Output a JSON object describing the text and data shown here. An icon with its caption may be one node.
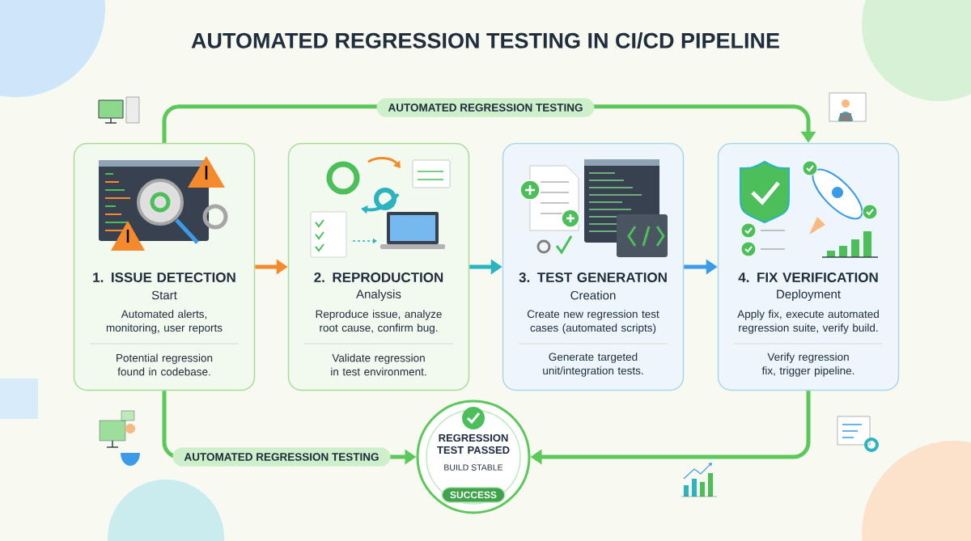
{
  "diagram": {
    "title": "AUTOMATED REGRESSION TESTING IN CI/CD PIPELINE",
    "nodes": [
      {
        "text": [
          "1. ISSUE DETECTION",
          "Start",
          "Automated alerts, monitoring, user reports",
          "Potential regression found in codebase."
        ]
      },
      {
        "text": [
          "2. REPRODUCTION",
          "Analysis",
          "Reproduce issue, analyze root cause, confirm bug.",
          "Validate regression in test environment."
        ]
      },
      {
        "text": [
          "3. TEST GENERATION",
          "Creation",
          "Create new regression test cases (automated scripts)",
          "Generate targeted unit/integration tests."
        ]
      },
      {
        "text": [
          "4. FIX VERIFICATION",
          "Deployment",
          "Apply fix, execute automated regression suite, verify build.",
          "Verify regression fix, trigger pipeline."
        ]
      },
      {
        "text": [
          "REGRESSION TEST PASSED",
          "BUILD STABLE"
        ]
      },
      {
        "text": [
          "SUCCESS"
        ],
        "in": 4
      }
    ],
    "edges": [
      {
        "from": 0,
        "to": 1,
        "arrow": "to",
        "color": "#f58a2c"
      },
      {
        "from": 1,
        "to": 2,
        "arrow": "to",
        "color": "#2bb3c0"
      },
      {
        "from": 2,
        "to": 3,
        "arrow": "to",
        "color": "#3b9be8"
      },
      {
        "from": 0,
        "to": 3,
        "arrow": "to",
        "label": "AUTOMATED REGRESSION TESTING"
      },
      {
        "from": 0,
        "to": 4,
        "arrow": "to",
        "label": "AUTOMATED REGRESSION TESTING"
      },
      {
        "from": 3,
        "to": 4,
        "arrow": "to"
      }
    ]
  }
}
